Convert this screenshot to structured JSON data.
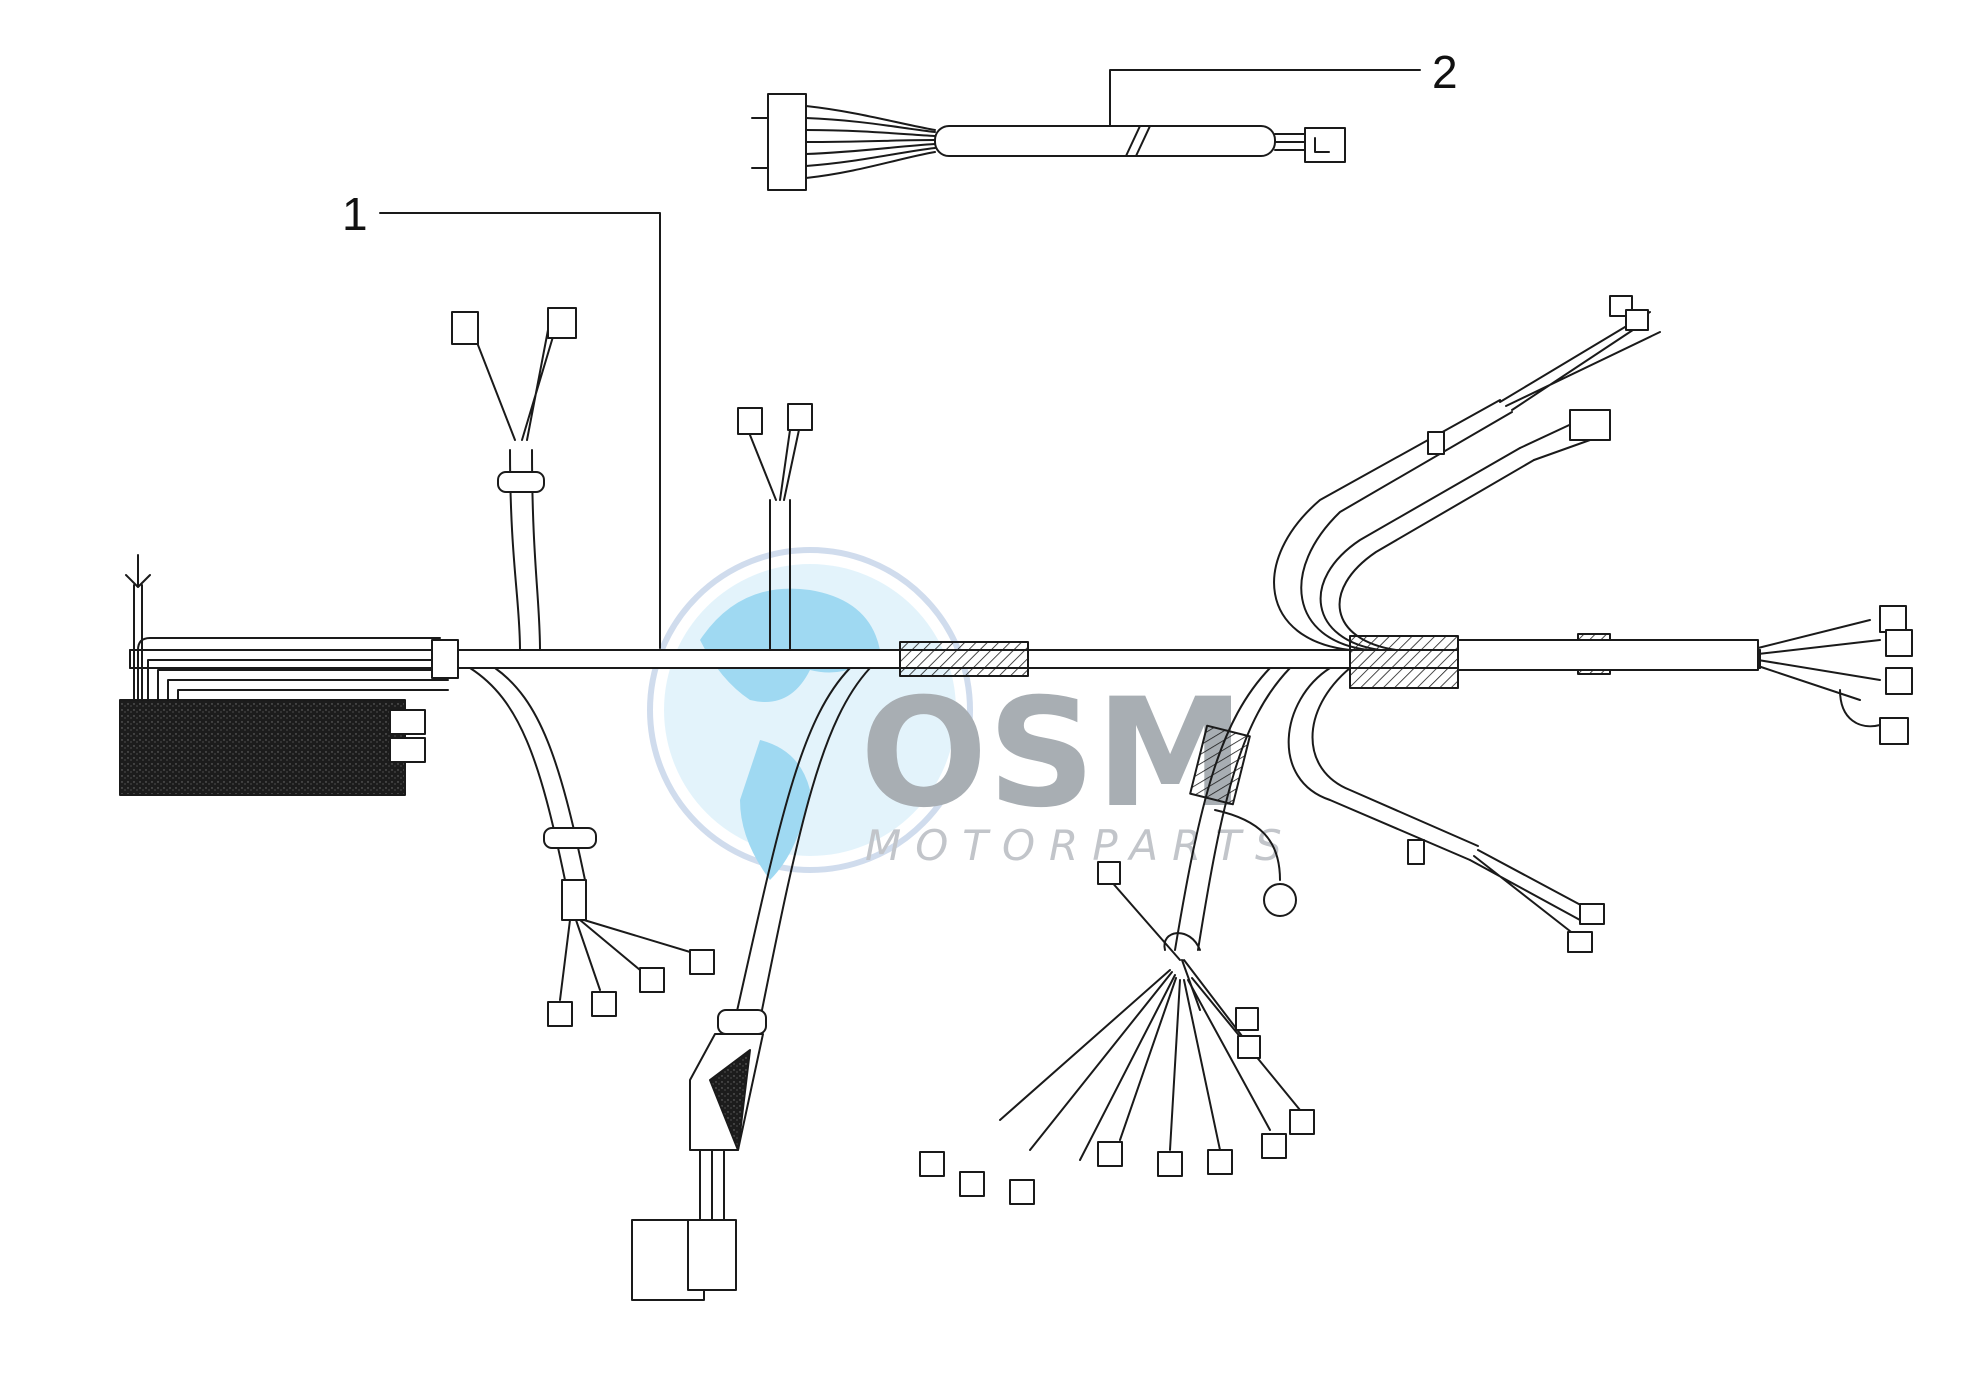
{
  "diagram": {
    "callouts": [
      {
        "id": "callout-1",
        "label": "1"
      },
      {
        "id": "callout-2",
        "label": "2"
      }
    ]
  },
  "watermark": {
    "brand": "OSM",
    "sub": "MOTORPARTS",
    "colors": {
      "globe": "#8fd3f0",
      "globe_ring": "#c8d6ea",
      "letters": "#9aa0a6",
      "sub_text": "#b8bcc1"
    }
  },
  "colors": {
    "line": "#1a1a1a",
    "fill": "#ffffff",
    "dark_block": "#222222"
  }
}
